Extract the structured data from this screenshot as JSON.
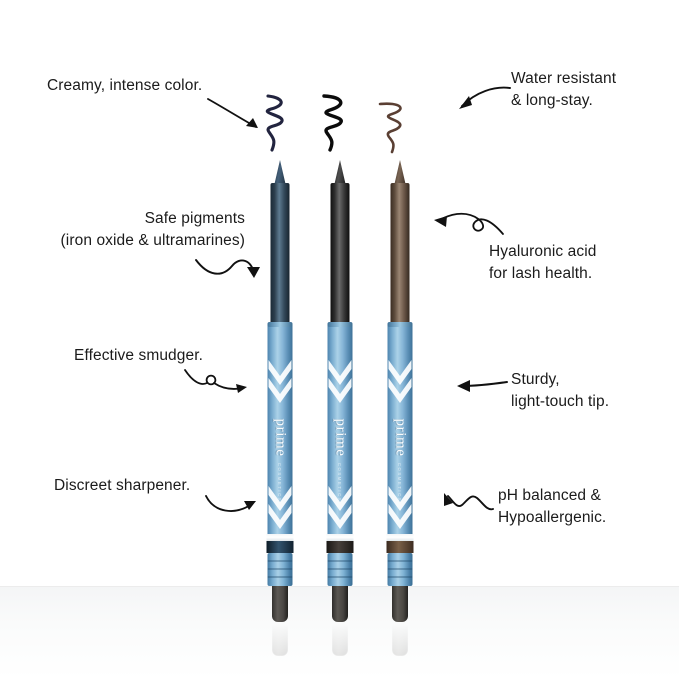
{
  "page": {
    "background": "#ffffff",
    "surface_color": "#f4f5f6"
  },
  "annotations": [
    {
      "id": "creamy-intense-color",
      "text": "Creamy, intense color.",
      "side": "left",
      "arrow": "diagonal-down-right"
    },
    {
      "id": "water-resistant-long-stay",
      "text": "Water resistant\n& long-stay.",
      "side": "right",
      "arrow": "curve-left"
    },
    {
      "id": "safe-pigments",
      "text": "Safe pigments\n(iron oxide & ultramarines)",
      "side": "left",
      "arrow": "wave-right"
    },
    {
      "id": "hyaluronic-acid",
      "text": "Hyaluronic acid\nfor lash health.",
      "side": "right",
      "arrow": "loop-left"
    },
    {
      "id": "effective-smudger",
      "text": "Effective smudger.",
      "side": "left",
      "arrow": "loop-right"
    },
    {
      "id": "sturdy-light-touch-tip",
      "text": "Sturdy,\nlight-touch tip.",
      "side": "right",
      "arrow": "straight-left"
    },
    {
      "id": "discreet-sharpener",
      "text": "Discreet sharpener.",
      "side": "left",
      "arrow": "curve-right"
    },
    {
      "id": "ph-balanced-hypoallergenic",
      "text": "pH balanced &\nHypoallergenic.",
      "side": "right",
      "arrow": "squiggle-left"
    }
  ],
  "products": [
    {
      "id": "pencil-navy",
      "shade_name": "navy",
      "cap_color": "#2c3f4e",
      "cap_color_dark": "#1c2b37",
      "cap_color_light": "#4a6478",
      "swatch_color": "#22243f",
      "band_color": "#1e3448",
      "smudger_color": "#4c4a46",
      "body_color": "#7fb1d4",
      "brand": "prime",
      "subbrand": "COSMETICS"
    },
    {
      "id": "pencil-black",
      "shade_name": "black",
      "cap_color": "#3a3a3a",
      "cap_color_dark": "#141414",
      "cap_color_light": "#5e5e5e",
      "swatch_color": "#0b0b0b",
      "band_color": "#2a2624",
      "smudger_color": "#4a4744",
      "body_color": "#7fb1d4",
      "brand": "prime",
      "subbrand": "COSMETICS"
    },
    {
      "id": "pencil-brown",
      "shade_name": "brown",
      "cap_color": "#6b5848",
      "cap_color_dark": "#3f3025",
      "cap_color_light": "#8a7462",
      "swatch_color": "#5a3f33",
      "band_color": "#5a4132",
      "smudger_color": "#4d4a45",
      "body_color": "#7fb1d4",
      "brand": "prime",
      "subbrand": "COSMETICS"
    }
  ]
}
